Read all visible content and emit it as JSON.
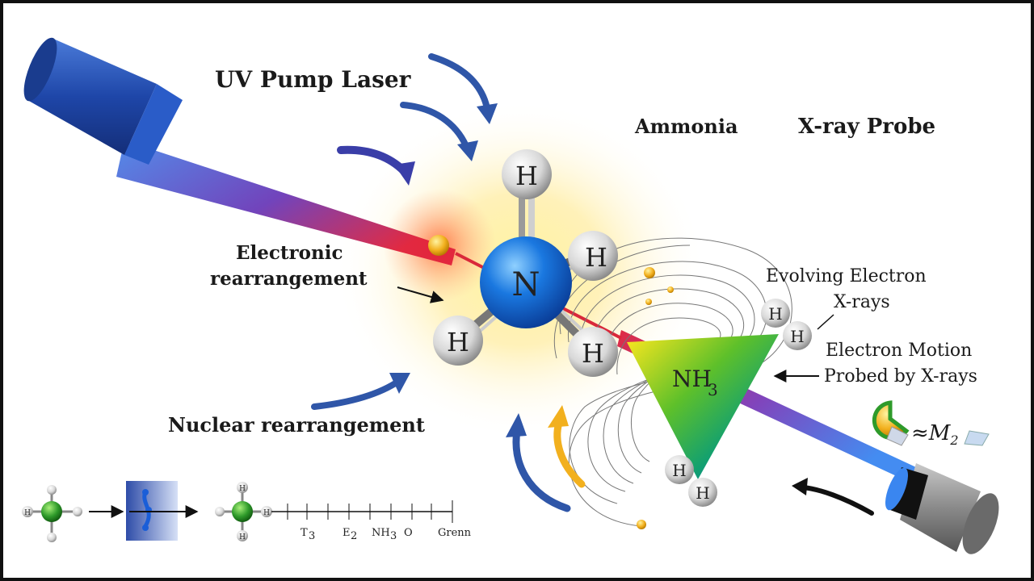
{
  "labels": {
    "uv_pump_laser": "UV Pump Laser",
    "ammonia": "Ammonia",
    "xray_probe": "X-ray Probe",
    "electronic_line1": "Electronic",
    "electronic_line2": "rearrangement",
    "nuclear": "Nuclear rearrangement",
    "evolving_line1": "Evolving Electron",
    "evolving_line2": "X-rays",
    "motion_line1": "Electron Motion",
    "motion_line2": "Probed by X-rays",
    "approx_symbol": "≈M",
    "approx_sub": "2"
  },
  "atoms": {
    "nitrogen": "N",
    "hydrogen": "H",
    "nh3_main": "NH",
    "nh3_sub": "3"
  },
  "timeline": {
    "ticks": [
      {
        "main": "T",
        "sub": "3"
      },
      {
        "main": "E",
        "sub": "2"
      },
      {
        "main": "NH",
        "sub": "3"
      },
      {
        "main": "O",
        "sub": ""
      },
      {
        "main": "Grenn",
        "sub": ""
      }
    ]
  },
  "colors": {
    "nitrogen": "#1a6fd6",
    "laser_red": "#d9283a",
    "laser_blue": "#2c56b8",
    "arrow_blue": "#2f56a8",
    "arrow_yellow": "#f2b01e",
    "center_green": "#1f9a2a"
  }
}
